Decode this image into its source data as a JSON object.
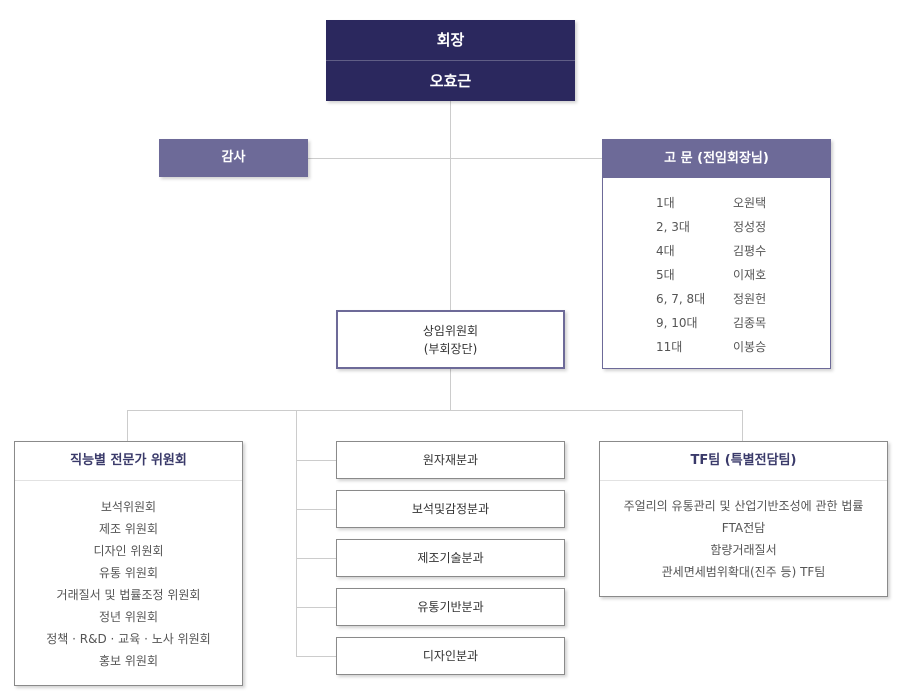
{
  "chairman": {
    "title": "회장",
    "name": "오효근"
  },
  "audit": {
    "label": "감사"
  },
  "advisor": {
    "title": "고 문 (전임회장님)",
    "items": [
      {
        "term": "1대",
        "name": "오원택"
      },
      {
        "term": "2, 3대",
        "name": "정성정"
      },
      {
        "term": "4대",
        "name": "김평수"
      },
      {
        "term": "5대",
        "name": "이재호"
      },
      {
        "term": "6, 7, 8대",
        "name": "정원헌"
      },
      {
        "term": "9, 10대",
        "name": "김종목"
      },
      {
        "term": "11대",
        "name": "이봉승"
      }
    ]
  },
  "standing": {
    "line1": "상임위원회",
    "line2": "(부회장단)"
  },
  "expert": {
    "title": "직능별 전문가 위원회",
    "items": [
      "보석위원회",
      "제조 위원회",
      "디자인 위원회",
      "유통 위원회",
      "거래질서 및 법률조정 위원회",
      "정년 위원회",
      "정책 · R&D · 교육 · 노사 위원회",
      "홍보 위원회"
    ]
  },
  "divisions": [
    "원자재분과",
    "보석및감정분과",
    "제조기술분과",
    "유통기반분과",
    "디자인분과"
  ],
  "tf": {
    "title": "TF팀 (특별전담팀)",
    "items": [
      "주얼리의 유통관리 및 산업기반조성에 관한 법률",
      "FTA전담",
      "함량거래질서",
      "관세면세범위확대(진주 등) TF팀"
    ]
  }
}
